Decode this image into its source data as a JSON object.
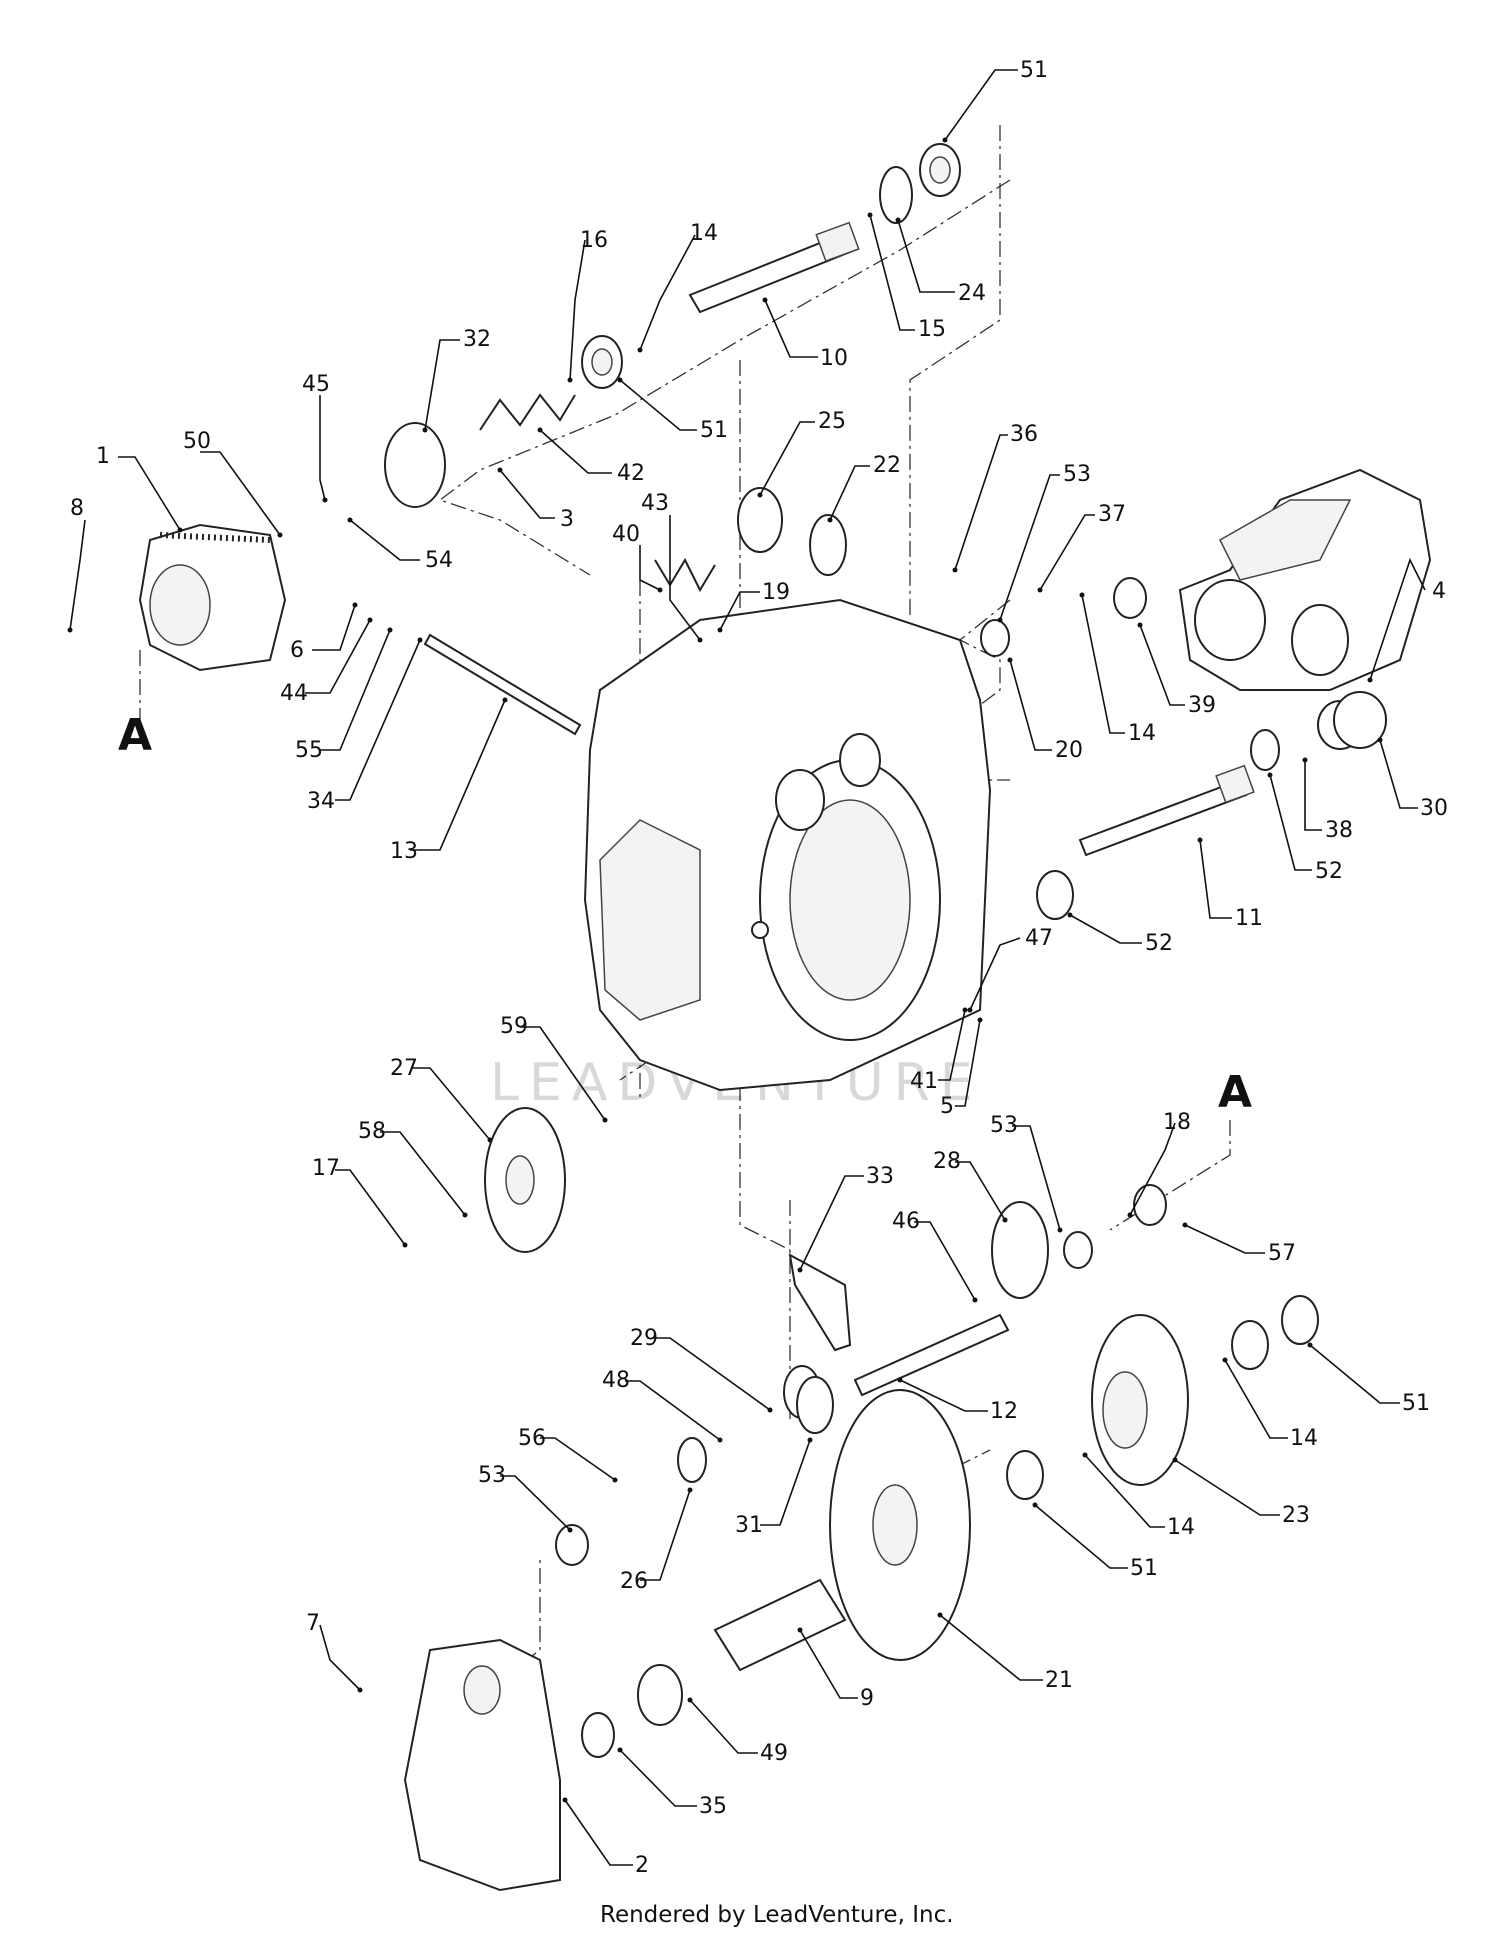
{
  "diagram": {
    "watermark": "LEADVENTURE",
    "section_marker": "A",
    "footer": "Rendered by LeadVenture, Inc."
  },
  "parts": [
    {
      "id": "51",
      "label": "51"
    },
    {
      "id": "24",
      "label": "24"
    },
    {
      "id": "15",
      "label": "15"
    },
    {
      "id": "10",
      "label": "10"
    },
    {
      "id": "16",
      "label": "16"
    },
    {
      "id": "14",
      "label": "14"
    },
    {
      "id": "32",
      "label": "32"
    },
    {
      "id": "45",
      "label": "45"
    },
    {
      "id": "42",
      "label": "42"
    },
    {
      "id": "3",
      "label": "3"
    },
    {
      "id": "54",
      "label": "54"
    },
    {
      "id": "50",
      "label": "50"
    },
    {
      "id": "1",
      "label": "1"
    },
    {
      "id": "8",
      "label": "8"
    },
    {
      "id": "25",
      "label": "25"
    },
    {
      "id": "22",
      "label": "22"
    },
    {
      "id": "43",
      "label": "43"
    },
    {
      "id": "40",
      "label": "40"
    },
    {
      "id": "19",
      "label": "19"
    },
    {
      "id": "36",
      "label": "36"
    },
    {
      "id": "53",
      "label": "53"
    },
    {
      "id": "37",
      "label": "37"
    },
    {
      "id": "6",
      "label": "6"
    },
    {
      "id": "44",
      "label": "44"
    },
    {
      "id": "55",
      "label": "55"
    },
    {
      "id": "34",
      "label": "34"
    },
    {
      "id": "13",
      "label": "13"
    },
    {
      "id": "20",
      "label": "20"
    },
    {
      "id": "39",
      "label": "39"
    },
    {
      "id": "4",
      "label": "4"
    },
    {
      "id": "38",
      "label": "38"
    },
    {
      "id": "30",
      "label": "30"
    },
    {
      "id": "52",
      "label": "52"
    },
    {
      "id": "11",
      "label": "11"
    },
    {
      "id": "47",
      "label": "47"
    },
    {
      "id": "41",
      "label": "41"
    },
    {
      "id": "5",
      "label": "5"
    },
    {
      "id": "59",
      "label": "59"
    },
    {
      "id": "27",
      "label": "27"
    },
    {
      "id": "58",
      "label": "58"
    },
    {
      "id": "17",
      "label": "17"
    },
    {
      "id": "33",
      "label": "33"
    },
    {
      "id": "28",
      "label": "28"
    },
    {
      "id": "18",
      "label": "18"
    },
    {
      "id": "57",
      "label": "57"
    },
    {
      "id": "46",
      "label": "46"
    },
    {
      "id": "29",
      "label": "29"
    },
    {
      "id": "48",
      "label": "48"
    },
    {
      "id": "12",
      "label": "12"
    },
    {
      "id": "31",
      "label": "31"
    },
    {
      "id": "56",
      "label": "56"
    },
    {
      "id": "26",
      "label": "26"
    },
    {
      "id": "23",
      "label": "23"
    },
    {
      "id": "21",
      "label": "21"
    },
    {
      "id": "9",
      "label": "9"
    },
    {
      "id": "7",
      "label": "7"
    },
    {
      "id": "49",
      "label": "49"
    },
    {
      "id": "35",
      "label": "35"
    },
    {
      "id": "2",
      "label": "2"
    }
  ],
  "callouts": [
    {
      "label": "51"
    },
    {
      "label": "24"
    },
    {
      "label": "15"
    },
    {
      "label": "10"
    },
    {
      "label": "16"
    },
    {
      "label": "14"
    },
    {
      "label": "32"
    },
    {
      "label": "45"
    },
    {
      "label": "42"
    },
    {
      "label": "51"
    },
    {
      "label": "3"
    },
    {
      "label": "54"
    },
    {
      "label": "50"
    },
    {
      "label": "1"
    },
    {
      "label": "8"
    },
    {
      "label": "25"
    },
    {
      "label": "22"
    },
    {
      "label": "43"
    },
    {
      "label": "40"
    },
    {
      "label": "19"
    },
    {
      "label": "36"
    },
    {
      "label": "53"
    },
    {
      "label": "37"
    },
    {
      "label": "6"
    },
    {
      "label": "44"
    },
    {
      "label": "55"
    },
    {
      "label": "34"
    },
    {
      "label": "13"
    },
    {
      "label": "20"
    },
    {
      "label": "14"
    },
    {
      "label": "39"
    },
    {
      "label": "4"
    },
    {
      "label": "38"
    },
    {
      "label": "30"
    },
    {
      "label": "52"
    },
    {
      "label": "11"
    },
    {
      "label": "52"
    },
    {
      "label": "47"
    },
    {
      "label": "41"
    },
    {
      "label": "5"
    },
    {
      "label": "59"
    },
    {
      "label": "27"
    },
    {
      "label": "58"
    },
    {
      "label": "17"
    },
    {
      "label": "33"
    },
    {
      "label": "53"
    },
    {
      "label": "18"
    },
    {
      "label": "28"
    },
    {
      "label": "57"
    },
    {
      "label": "46"
    },
    {
      "label": "29"
    },
    {
      "label": "48"
    },
    {
      "label": "12"
    },
    {
      "label": "31"
    },
    {
      "label": "56"
    },
    {
      "label": "53"
    },
    {
      "label": "26"
    },
    {
      "label": "51"
    },
    {
      "label": "14"
    },
    {
      "label": "14"
    },
    {
      "label": "23"
    },
    {
      "label": "51"
    },
    {
      "label": "21"
    },
    {
      "label": "9"
    },
    {
      "label": "7"
    },
    {
      "label": "49"
    },
    {
      "label": "35"
    },
    {
      "label": "2"
    }
  ]
}
